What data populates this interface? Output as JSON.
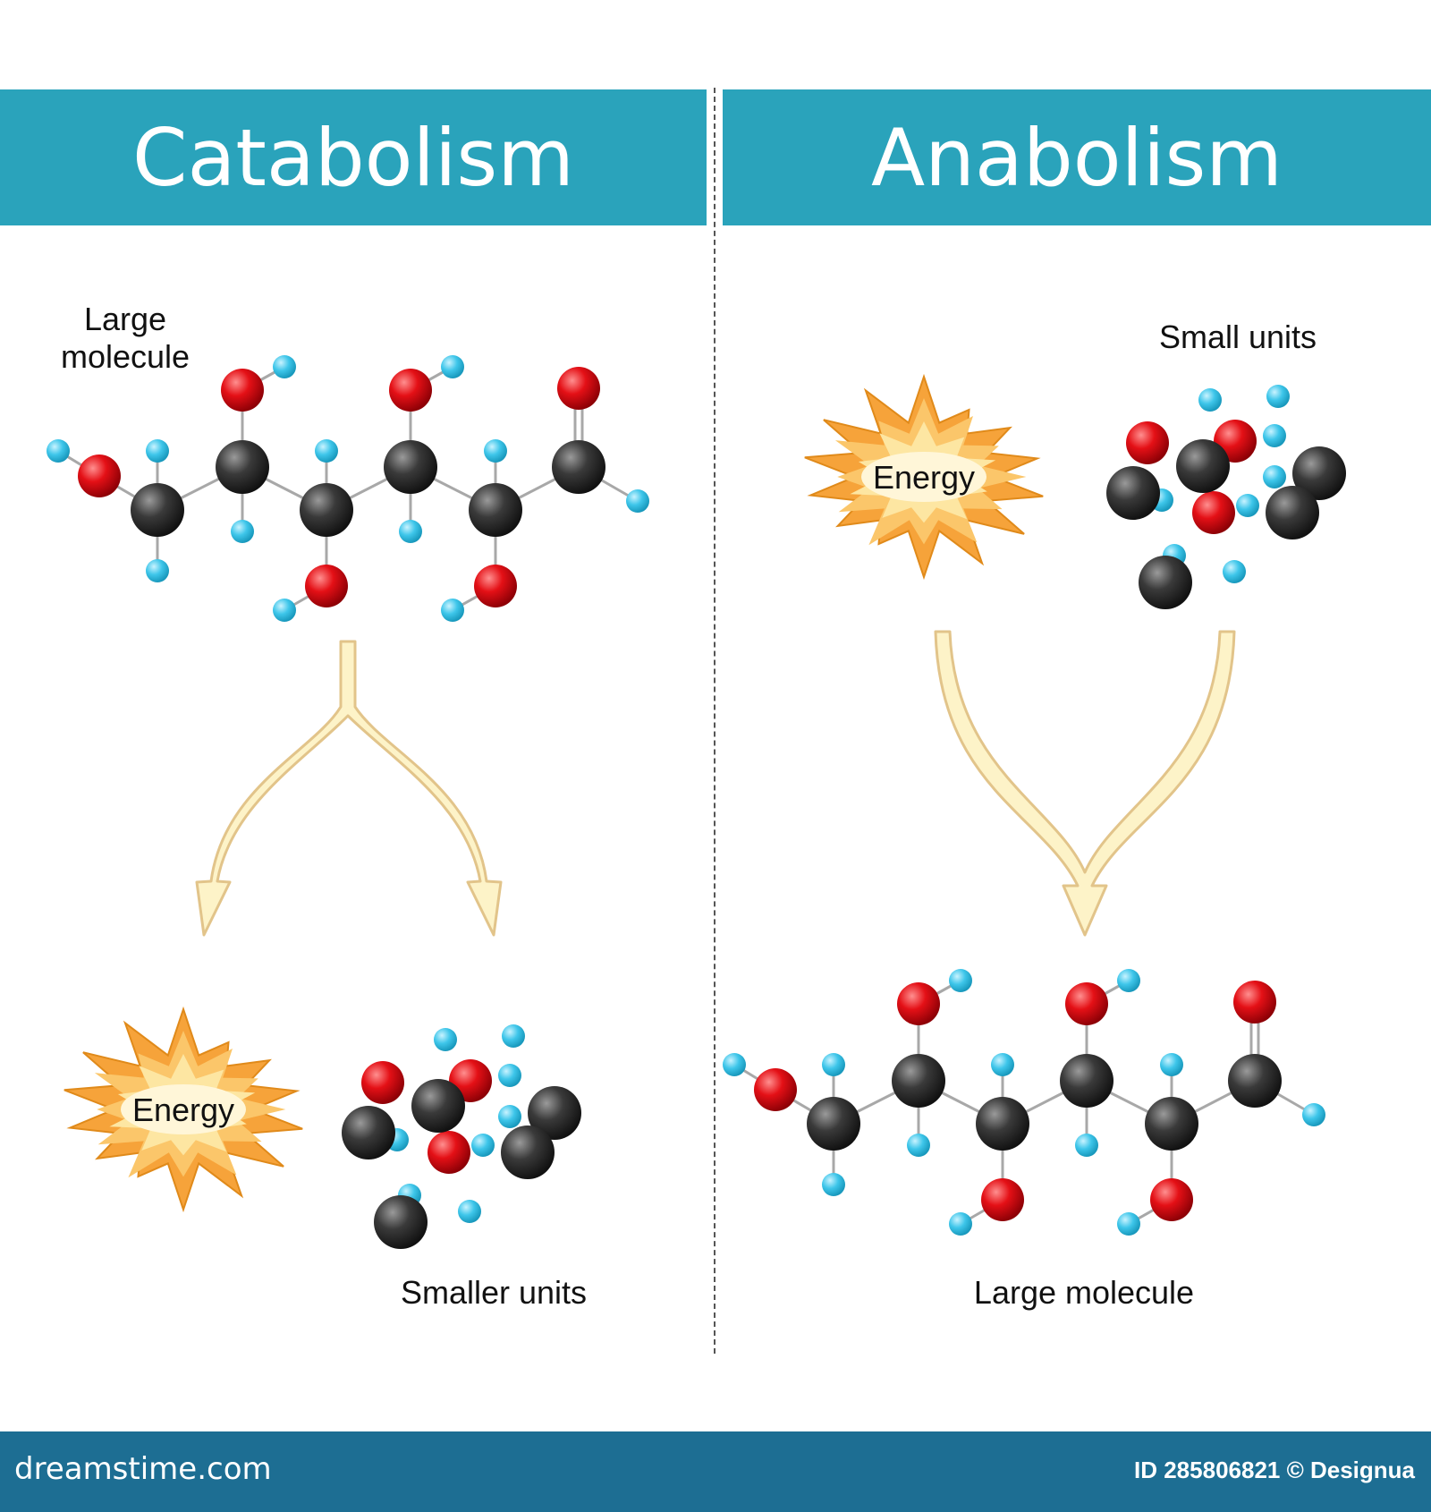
{
  "header": {
    "left_title": "Catabolism",
    "right_title": "Anabolism"
  },
  "catabolism": {
    "input_label": "Large\nmolecule",
    "energy_label": "Energy",
    "output_label": "Smaller units"
  },
  "anabolism": {
    "input_label": "Small units",
    "energy_label": "Energy",
    "output_label": "Large molecule"
  },
  "footer": {
    "site": "dreamstime.com",
    "image_id": "ID 285806821 © Designua"
  },
  "colors": {
    "header": "#2aa3bb",
    "footer": "#1d6e93",
    "carbon": "#333333",
    "oxygen": "#e41016",
    "hydrogen": "#3ec6ea",
    "arrow_fill": "#fdf3c8",
    "arrow_stroke": "#e2c48a",
    "energy_outer": "#f6a33a",
    "energy_inner": "#fde6a2"
  },
  "icons": [
    "molecule-icon",
    "energy-burst-icon",
    "split-arrow-icon",
    "merge-arrow-icon"
  ]
}
